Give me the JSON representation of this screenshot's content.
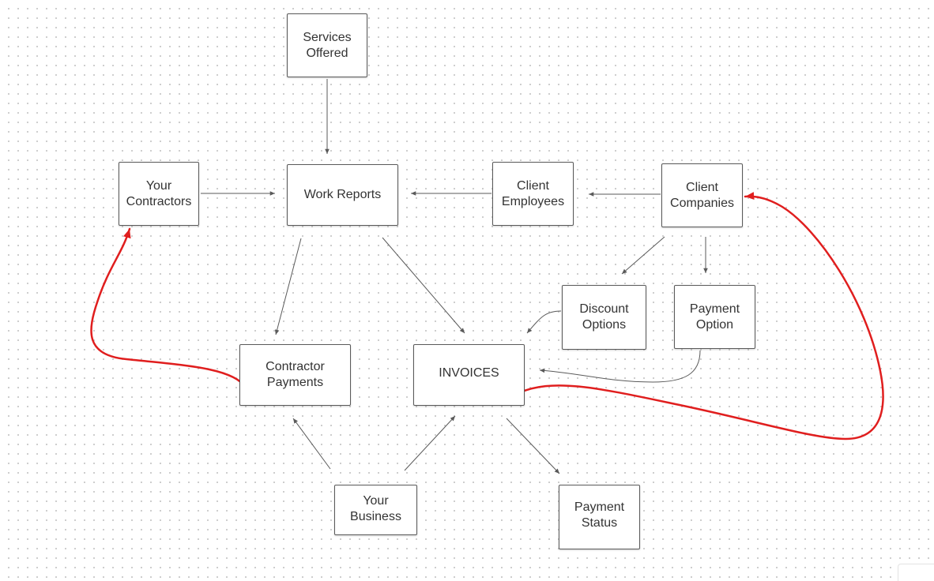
{
  "canvas": {
    "background": "#ffffff",
    "grid_dot_color": "#c6c6c6"
  },
  "colors": {
    "connector": "#5a5a5a",
    "highlight": "#e01e1e",
    "node_border": "#5a5a5a",
    "node_text": "#333333"
  },
  "nodes": {
    "services_offered": "Services\nOffered",
    "your_contractors": "Your\nContractors",
    "work_reports": "Work Reports",
    "client_employees": "Client\nEmployees",
    "client_companies": "Client\nCompanies",
    "discount_options": "Discount\nOptions",
    "payment_option": "Payment\nOption",
    "contractor_payments": "Contractor\nPayments",
    "invoices": "INVOICES",
    "your_business": "Your\nBusiness",
    "payment_status": "Payment\nStatus"
  }
}
